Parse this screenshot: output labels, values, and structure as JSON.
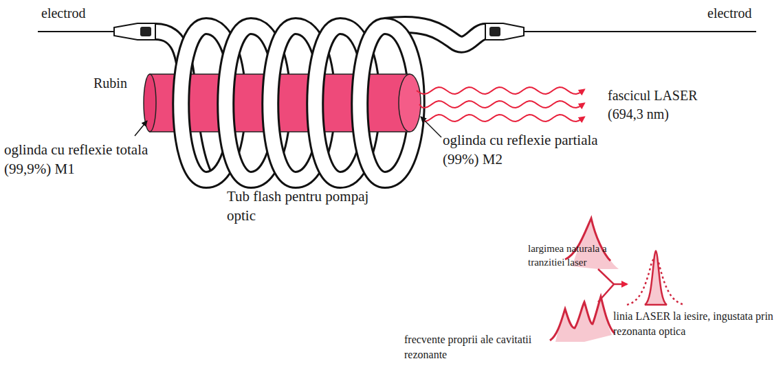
{
  "diagram": {
    "labels": [
      "electrod",
      "electrod",
      "Rubin",
      "fascicul LASER (694,3 nm)",
      "oglinda cu reflexie totala (99,9%) M1",
      "oglinda cu reflexie partiala (99%) M2",
      "Tub flash pentru pompaj optic",
      "largimea naturala a tranzitiei laser",
      "linia LASER la iesire, ingustata prin rezonanta optica",
      "frecvente proprii ale cavitatii rezonante"
    ]
  }
}
